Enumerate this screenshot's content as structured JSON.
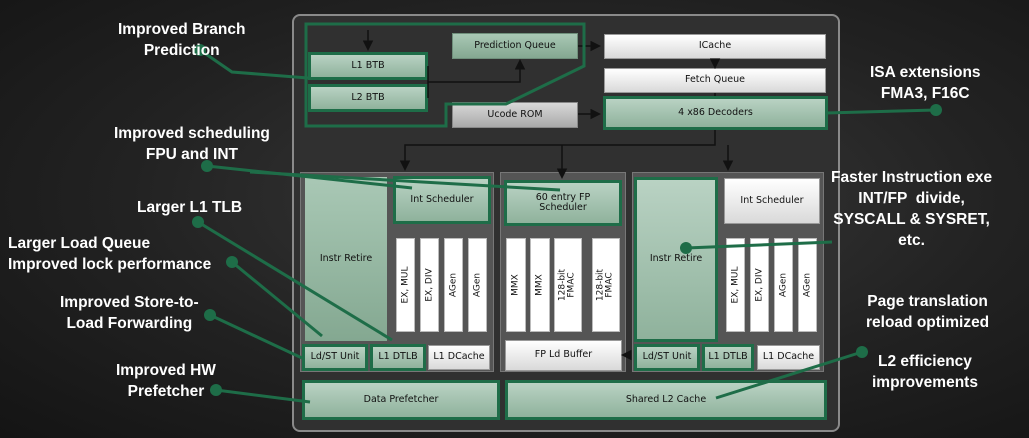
{
  "callouts": {
    "branch": "Improved Branch\nPrediction",
    "scheduling": "Improved scheduling\nFPU and INT",
    "tlb": "Larger L1 TLB",
    "loadqueue": "Larger Load Queue\nImproved lock performance",
    "storeload": "Improved Store-to-\nLoad Forwarding",
    "prefetcher": "Improved HW\nPrefetcher",
    "isa": "ISA extensions\nFMA3, F16C",
    "faster": "Faster Instruction exe\nINT/FP  divide,\nSYSCALL & SYSRET,\netc.",
    "pagetrans": "Page translation\nreload optimized",
    "l2": "L2 efficiency\nimprovements"
  },
  "blocks": {
    "l1btb": "L1 BTB",
    "l2btb": "L2 BTB",
    "pred_queue": "Prediction Queue",
    "ucode_rom": "Ucode ROM",
    "icache": "ICache",
    "fetch_queue": "Fetch Queue",
    "decoders": "4 x86 Decoders",
    "int_sched_left": "Int Scheduler",
    "fp_sched": "60 entry FP\nScheduler",
    "int_sched_right": "Int Scheduler",
    "instr_retire_left": "Instr Retire",
    "instr_retire_right": "Instr Retire",
    "exu_left": [
      "EX, MUL",
      "EX, DIV",
      "AGen",
      "AGen"
    ],
    "fpu": [
      "MMX",
      "MMX",
      "128-bit\nFMAC",
      "128-bit\nFMAC"
    ],
    "exu_right": [
      "EX, MUL",
      "EX, DIV",
      "AGen",
      "AGen"
    ],
    "ldst_left": "Ld/ST Unit",
    "l1dtlb_left": "L1 DTLB",
    "l1dcache_left": "L1 DCache",
    "fp_ld_buffer": "FP Ld Buffer",
    "ldst_right": "Ld/ST Unit",
    "l1dtlb_right": "L1 DTLB",
    "l1dcache_right": "L1 DCache",
    "data_prefetcher": "Data Prefetcher",
    "shared_l2": "Shared L2 Cache"
  },
  "colors": {
    "accent_green": "#1e6d48",
    "block_green": "#9fc0ab"
  }
}
